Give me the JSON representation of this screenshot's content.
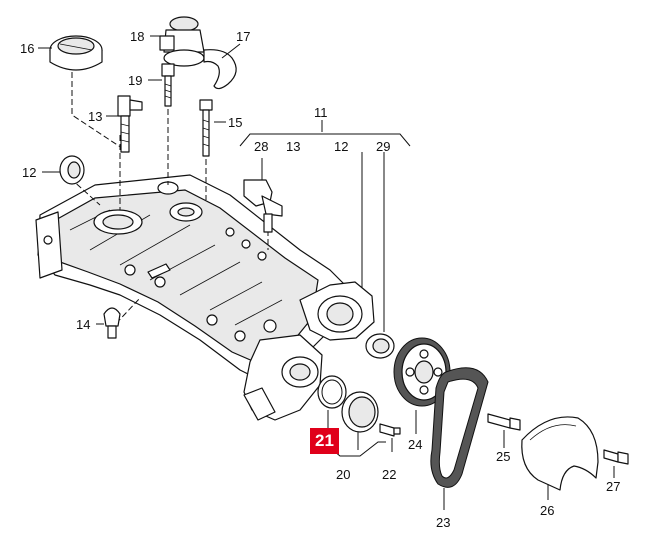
{
  "diagram": {
    "accent_color": "#e0001a",
    "callouts": {
      "c16": "16",
      "c18": "18",
      "c17": "17",
      "c19": "19",
      "c13a": "13",
      "c15": "15",
      "c11": "11",
      "c28": "28",
      "c13b": "13",
      "c12b": "12",
      "c29": "29",
      "c12a": "12",
      "c14": "14",
      "c21": "21",
      "c20": "20",
      "c22": "22",
      "c24": "24",
      "c25": "25",
      "c26": "26",
      "c27": "27",
      "c23": "23"
    }
  }
}
